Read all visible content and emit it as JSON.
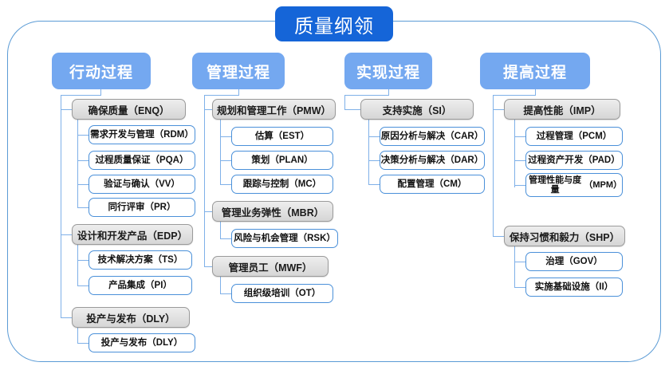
{
  "diagram": {
    "title": "质量纲领",
    "accent_color": "#1565d8",
    "header_color": "#74a8f0",
    "group_color": "#e3e3e3",
    "leaf_border_color": "#4a90d9",
    "line_color": "#7fb0e8",
    "columns": [
      {
        "id": "action",
        "header": "行动过程",
        "groups": [
          {
            "label": "确保质量（ENQ）",
            "children": [
              "需求开发与管理（RDM）",
              "过程质量保证（PQA）",
              "验证与确认（VV）",
              "同行评审（PR）"
            ]
          },
          {
            "label": "设计和开发产品（EDP）",
            "children": [
              "技术解决方案（TS）",
              "产品集成（PI）"
            ]
          },
          {
            "label": "投产与发布（DLY）",
            "children": [
              "投产与发布（DLY）"
            ]
          }
        ]
      },
      {
        "id": "manage",
        "header": "管理过程",
        "groups": [
          {
            "label": "规划和管理工作（PMW）",
            "children": [
              "估算（EST）",
              "策划（PLAN）",
              "跟踪与控制（MC）"
            ]
          },
          {
            "label": "管理业务弹性（MBR）",
            "children": [
              "风险与机会管理（RSK）"
            ]
          },
          {
            "label": "管理员工（MWF）",
            "children": [
              "组织级培训（OT）"
            ]
          }
        ]
      },
      {
        "id": "implement",
        "header": "实现过程",
        "groups": [
          {
            "label": "支持实施（SI）",
            "children": [
              "原因分析与解决（CAR）",
              "决策分析与解决（DAR）",
              "配置管理（CM）"
            ]
          }
        ]
      },
      {
        "id": "improve",
        "header": "提高过程",
        "groups": [
          {
            "label": "提高性能（IMP）",
            "children": [
              "过程管理（PCM）",
              "过程资产开发（PAD）",
              "管理性能与度量\n（MPM）"
            ]
          },
          {
            "label": "保持习惯和毅力（SHP）",
            "children": [
              "治理（GOV）",
              "实施基础设施（II）"
            ]
          }
        ]
      }
    ]
  }
}
